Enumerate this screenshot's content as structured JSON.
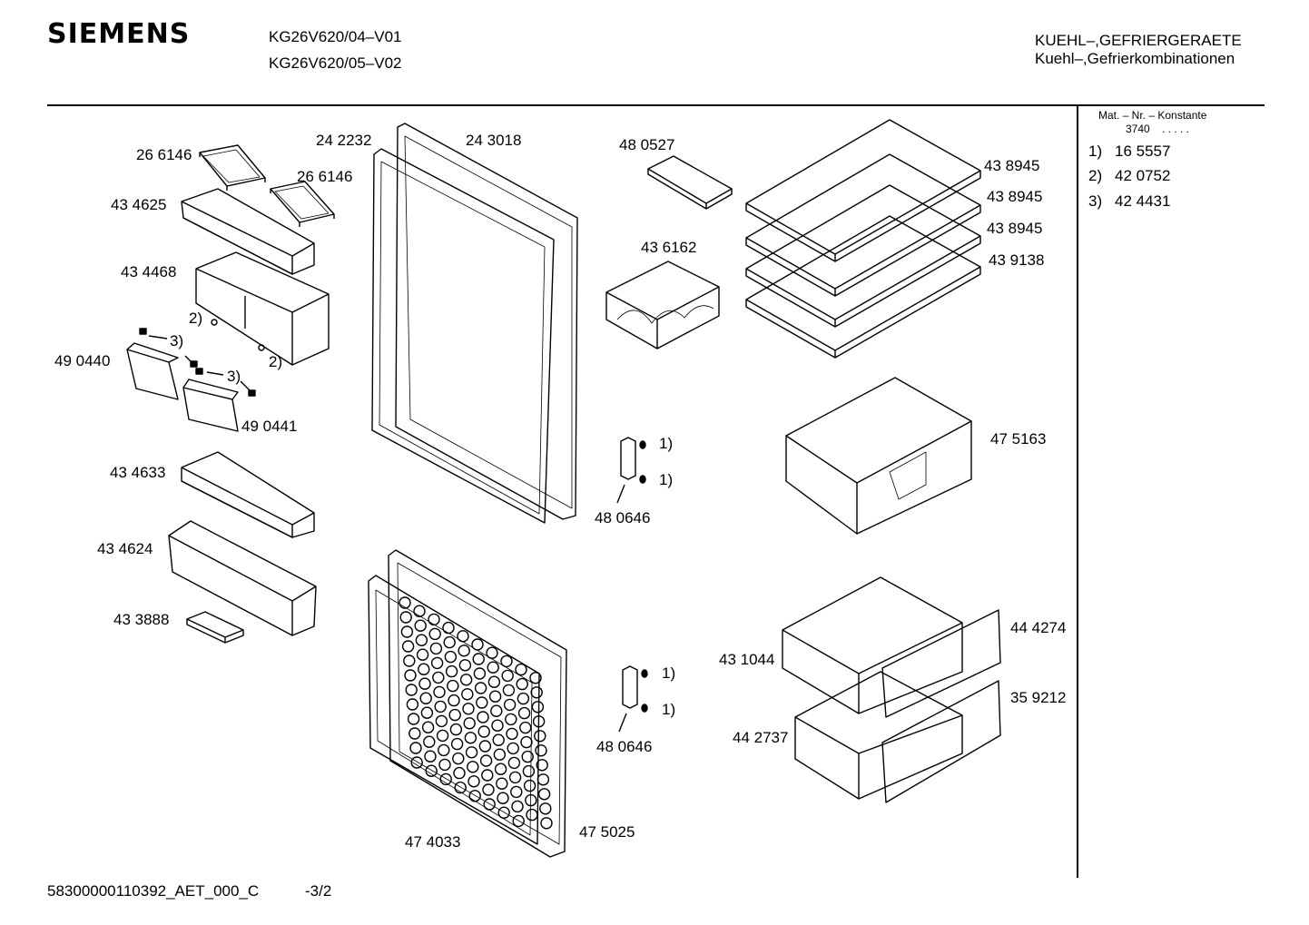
{
  "header": {
    "brand": "SIEMENS",
    "model_1": "KG26V620/04–V01",
    "model_2": "KG26V620/05–V02",
    "category_1": "KUEHL–,GEFRIERGERAETE",
    "category_2": "Kuehl–,Gefrierkombinationen"
  },
  "constants": {
    "heading": "Mat. – Nr. – Konstante",
    "value": "3740",
    "dots": ". . . . .",
    "rows": [
      {
        "key": "1)",
        "value": "16 5557"
      },
      {
        "key": "2)",
        "value": "42 0752"
      },
      {
        "key": "3)",
        "value": "42 4431"
      }
    ]
  },
  "parts": {
    "p_266146_a": "26 6146",
    "p_266146_b": "26 6146",
    "p_434625": "43 4625",
    "p_434468": "43 4468",
    "ref_2_a": "2)",
    "ref_3_a": "3)",
    "p_490440": "49 0440",
    "ref_3_b": "3)",
    "ref_2_b": "2)",
    "p_490441": "49 0441",
    "p_434633": "43 4633",
    "p_434624": "43 4624",
    "p_433888": "43 3888",
    "p_242232": "24 2232",
    "p_243018": "24 3018",
    "p_480527": "48 0527",
    "p_436162": "43 6162",
    "p_438945_a": "43 8945",
    "p_438945_b": "43 8945",
    "p_438945_c": "43 8945",
    "p_439138": "43 9138",
    "ref_1_a": "1)",
    "ref_1_b": "1)",
    "p_480646_a": "48 0646",
    "p_475163": "47 5163",
    "ref_1_c": "1)",
    "ref_1_d": "1)",
    "p_480646_b": "48 0646",
    "p_444274": "44 4274",
    "p_431044": "43 1044",
    "p_359212": "35 9212",
    "p_442737": "44 2737",
    "p_474033": "47 4033",
    "p_475025": "47 5025"
  },
  "footer": {
    "doc_id": "58300000110392_AET_000_C",
    "page": "-3/2"
  }
}
